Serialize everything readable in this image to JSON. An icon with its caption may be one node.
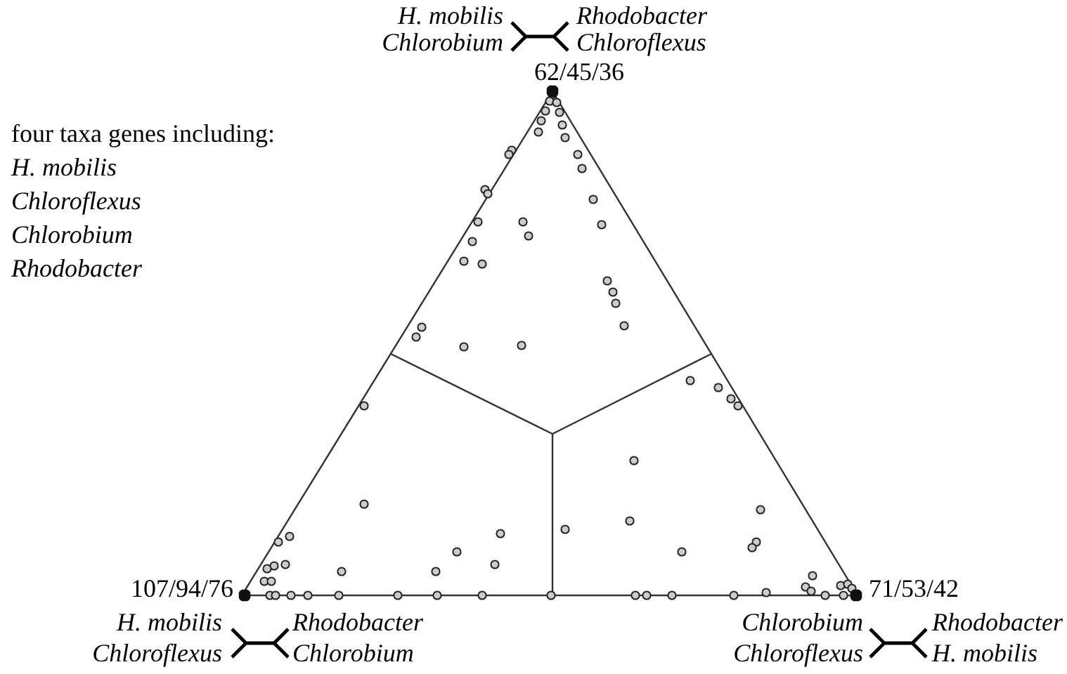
{
  "diagram": {
    "labels": [
      "H. mobilis",
      "Rhodobacter",
      "Chlorobium",
      "Chloroflexus",
      "62/45/36",
      "four taxa genes including:",
      "H. mobilis",
      "Chloroflexus",
      "Chlorobium",
      "Rhodobacter",
      "107/94/76",
      "71/53/42",
      "H. mobilis",
      "Rhodobacter",
      "Chloroflexus",
      "Chlorobium",
      "Chlorobium",
      "Rhodobacter",
      "Chloroflexus",
      "H. mobilis"
    ]
  }
}
